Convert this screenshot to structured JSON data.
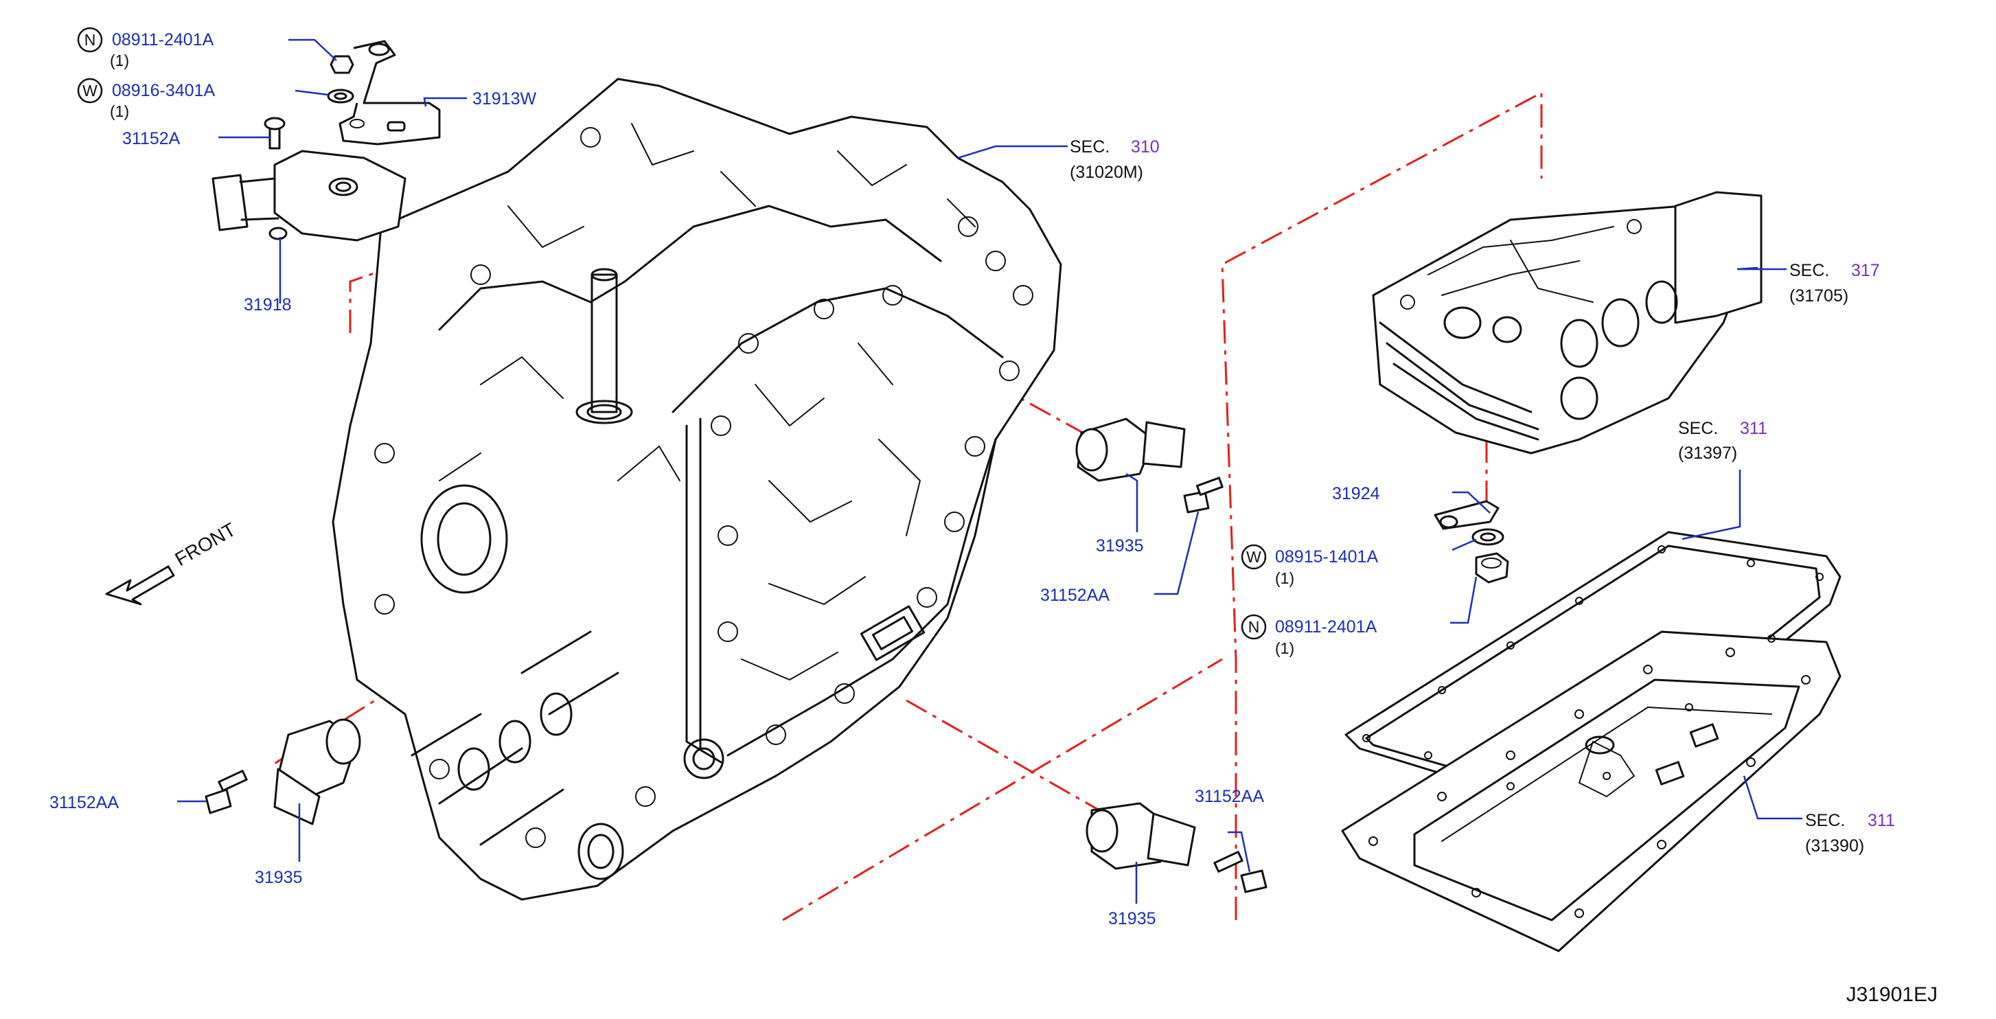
{
  "callouts": [
    {
      "part_no": "08911-2401A",
      "prefix": "N",
      "qty": "(1)"
    },
    {
      "part_no": "08916-3401A",
      "prefix": "W",
      "qty": "(1)"
    },
    {
      "part_no": "31913W"
    },
    {
      "part_no": "31152A"
    },
    {
      "part_no": "31918"
    },
    {
      "sec_label": "SEC.",
      "sec_no": "310",
      "ref": "(31020M)"
    },
    {
      "sec_label": "SEC.",
      "sec_no": "317",
      "ref": "(31705)"
    },
    {
      "sec_label": "SEC.",
      "sec_no": "311",
      "ref": "(31397)"
    },
    {
      "sec_label": "SEC.",
      "sec_no": "311",
      "ref": "(31390)"
    },
    {
      "part_no": "31924"
    },
    {
      "part_no": "08915-1401A",
      "prefix": "W",
      "qty": "(1)"
    },
    {
      "part_no": "08911-2401A",
      "prefix": "N",
      "qty": "(1)"
    },
    {
      "part_no": "31935"
    },
    {
      "part_no": "31152AA"
    },
    {
      "part_no": "31152AA"
    },
    {
      "part_no": "31935"
    },
    {
      "part_no": "31152AA"
    },
    {
      "part_no": "31935"
    }
  ],
  "front_label": "FRONT",
  "diagram_id": "J31901EJ",
  "colors": {
    "part_text": "#1a2fb8",
    "section_number": "#7a2fb8",
    "dash_line": "#e0201c",
    "line_art": "#111111"
  }
}
